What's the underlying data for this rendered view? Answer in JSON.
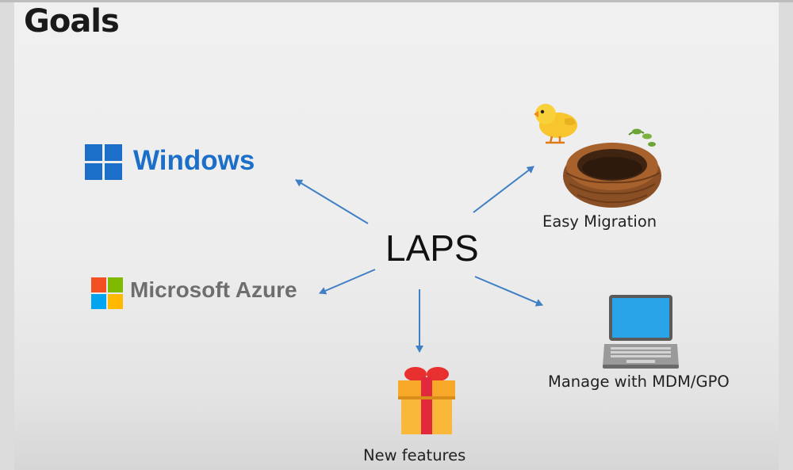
{
  "slide": {
    "title": "Goals",
    "center": "LAPS"
  },
  "nodes": {
    "windows": {
      "label": "Windows",
      "icon": "windows-logo-icon",
      "color": "#1b6fc9"
    },
    "azure": {
      "label": "Microsoft Azure",
      "icon": "azure-logo-icon",
      "color": "#6e6e6e"
    },
    "migration": {
      "label": "Easy Migration",
      "icon": "chick-nest-icon"
    },
    "features": {
      "label": "New features",
      "icon": "gift-icon"
    },
    "manage": {
      "label": "Manage with MDM/GPO",
      "icon": "laptop-icon"
    }
  },
  "colors": {
    "arrow": "#3f7fc4",
    "windows_blue": "#1b6fc9",
    "ms_red": "#f25022",
    "ms_green": "#7fba00",
    "ms_blue": "#00a4ef",
    "ms_yellow": "#ffb900"
  }
}
